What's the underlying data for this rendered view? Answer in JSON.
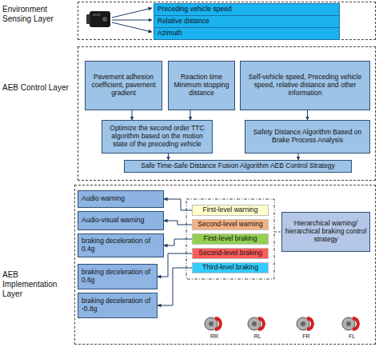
{
  "diagram": {
    "nodes": [
      {
        "text": [
          "Environment Sensing Layer"
        ]
      },
      {
        "text": [
          "Preceding vehicle speed"
        ],
        "in": 0
      },
      {
        "text": [
          "Relative distance"
        ],
        "in": 0
      },
      {
        "text": [
          "Azimuth"
        ],
        "in": 0
      },
      {
        "text": [
          "AEB Control Layer"
        ]
      },
      {
        "text": [
          "Pavement adhesion coefficient, pavement gradient"
        ],
        "in": 4
      },
      {
        "text": [
          "Reaction time Minimum stopping distance"
        ],
        "in": 4
      },
      {
        "text": [
          "Self-vehicle speed, Preceding vehicle speed, relative distance and other information"
        ],
        "in": 4
      },
      {
        "text": [
          "Optimize the second order TTC algorithm based on the motion state of the preceding vehicle"
        ],
        "in": 4
      },
      {
        "text": [
          "Safety Distance Algorithm Based on Brake Process Analysis"
        ],
        "in": 4
      },
      {
        "text": [
          "Safe Time-Safe Distance Fusion Algorithm AEB Control Strategy"
        ],
        "in": 4
      },
      {
        "text": [
          "AEB Implementation Layer"
        ]
      },
      {
        "text": [
          "Audio warning"
        ],
        "in": 11
      },
      {
        "text": [
          "Audio-visual warning"
        ],
        "in": 11
      },
      {
        "text": [
          "braking deceleration of 0.4g"
        ],
        "in": 11
      },
      {
        "text": [
          "braking deceleration of 0.6g"
        ],
        "in": 11
      },
      {
        "text": [
          "braking deceleration of -0.8g"
        ],
        "in": 11
      },
      {
        "text": [
          "First-level warning"
        ],
        "in": 11
      },
      {
        "text": [
          "Second-level warning"
        ],
        "in": 11
      },
      {
        "text": [
          "First-level braking"
        ],
        "in": 11
      },
      {
        "text": [
          "Second-level braking"
        ],
        "in": 11
      },
      {
        "text": [
          "Third-level braking"
        ],
        "in": 11
      },
      {
        "text": [
          "Hierarchical warning/ hierarchical braking control strategy"
        ],
        "in": 11
      }
    ],
    "edges": [
      {
        "from": 5,
        "to": 8,
        "arrow": "to"
      },
      {
        "from": 6,
        "to": 8,
        "arrow": "to"
      },
      {
        "from": 7,
        "to": 9,
        "arrow": "to"
      },
      {
        "from": 8,
        "to": 10,
        "arrow": "to"
      },
      {
        "from": 9,
        "to": 10,
        "arrow": "to"
      },
      {
        "from": 17,
        "to": 12,
        "arrow": "to"
      },
      {
        "from": 18,
        "to": 13,
        "arrow": "to"
      },
      {
        "from": 19,
        "to": 14,
        "arrow": "to"
      },
      {
        "from": 20,
        "to": 15,
        "arrow": "to"
      },
      {
        "from": 21,
        "to": 16,
        "arrow": "to"
      }
    ],
    "labels": [
      "RR",
      "RL",
      "FR",
      "FL"
    ]
  }
}
